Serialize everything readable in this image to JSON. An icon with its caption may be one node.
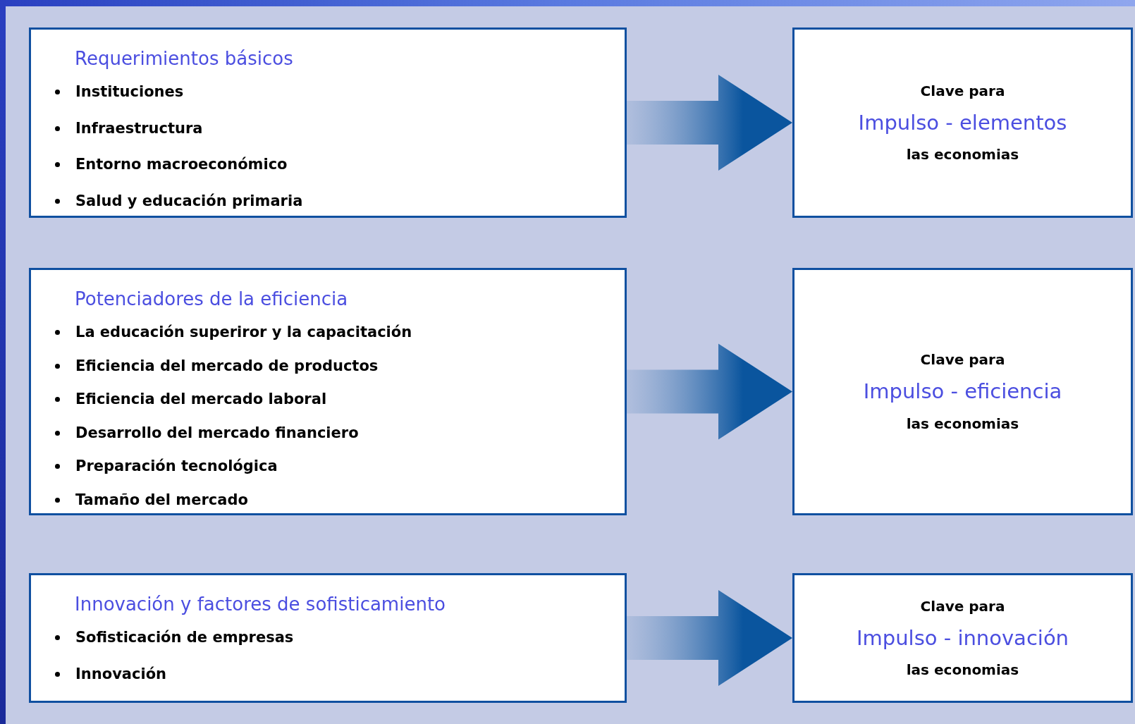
{
  "diagram": {
    "nodes": [
      {
        "text": [
          "Requerimientos básicos",
          "Instituciones",
          "Infraestructura",
          "Entorno macroeconómico",
          "Salud y educación primaria"
        ]
      },
      {
        "text": [
          "Clave para",
          "Impulso - elementos",
          "las economias"
        ]
      },
      {
        "text": [
          "Potenciadores de la eficiencia",
          "La educación superiror y la capacitación",
          "Eficiencia del mercado de productos",
          "Eficiencia del mercado laboral",
          "Desarrollo del mercado financiero",
          "Preparación tecnológica",
          "Tamaño del mercado"
        ]
      },
      {
        "text": [
          "Clave para",
          "Impulso - eficiencia",
          "las economias"
        ]
      },
      {
        "text": [
          "Innovación y factores de sofisticamiento",
          "Sofisticación de empresas",
          "Innovación"
        ]
      },
      {
        "text": [
          "Clave para",
          "Impulso - innovación",
          "las economias"
        ]
      }
    ],
    "edges": [
      {
        "from": 0,
        "to": 1,
        "arrow": "to"
      },
      {
        "from": 2,
        "to": 3,
        "arrow": "to"
      },
      {
        "from": 4,
        "to": 5,
        "arrow": "to"
      }
    ]
  }
}
